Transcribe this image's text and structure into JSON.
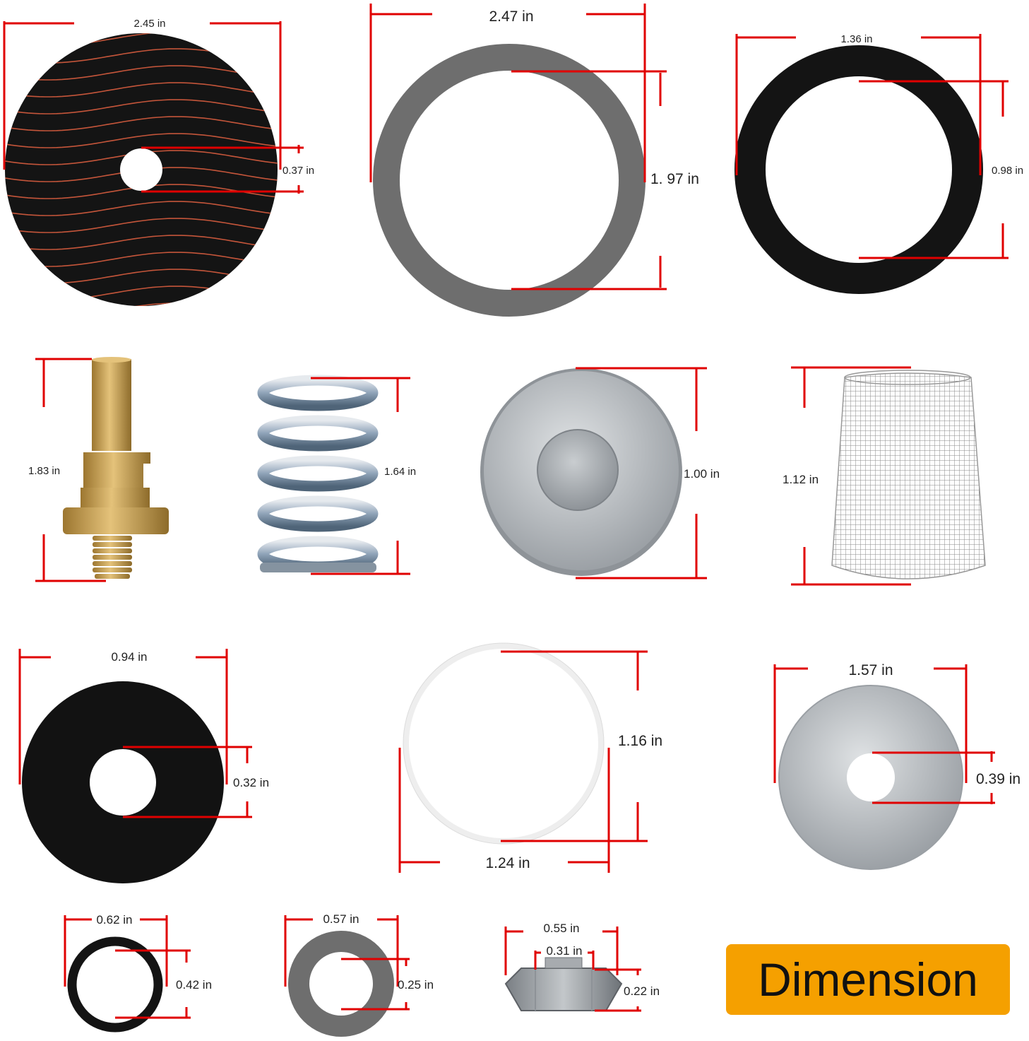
{
  "colors": {
    "dimension_line": "#e00000",
    "rubber": "#111111",
    "gray_gasket": "#707070",
    "brass": "#c9a055",
    "steel": "#b8bcc0",
    "badge": "#f5a000"
  },
  "labels": {
    "disc_diameter": "2.45 in",
    "disc_hole": "0.37 in",
    "gray_ring_outer": "2.47 in",
    "gray_ring_inner": "1. 97 in",
    "black_ring_outer": "1.36 in",
    "black_ring_inner": "0.98 in",
    "brass_stem_height": "1.83 in",
    "spring_height": "1.64 in",
    "steel_cup_diameter": "1.00 in",
    "mesh_screen_height": "1.12 in",
    "small_disc_outer": "0.94 in",
    "small_disc_hole": "0.32 in",
    "white_ring_inner": "1.16 in",
    "white_ring_outer": "1.24 in",
    "washer_outer": "1.57 in",
    "washer_hole": "0.39 in",
    "oring_outer": "0.62 in",
    "oring_inner": "0.42 in",
    "gray_washer_outer": "0.57 in",
    "gray_washer_hole": "0.25 in",
    "nut_width": "0.55 in",
    "nut_thread": "0.31 in",
    "nut_height": "0.22 in"
  },
  "badge_text": "Dimension"
}
